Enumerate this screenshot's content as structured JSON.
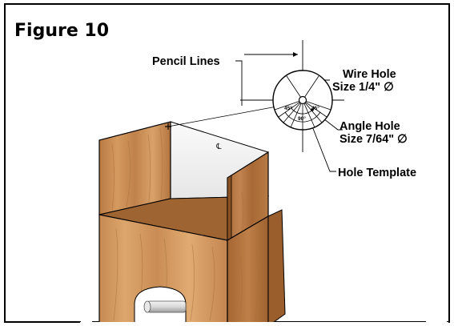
{
  "figure": {
    "title": "Figure 10"
  },
  "callouts": {
    "pencil_lines": "Pencil Lines",
    "wire_hole_line1": "Wire Hole",
    "wire_hole_line2": "Size 1/4\" ∅",
    "angle_hole_line1": "Angle Hole",
    "angle_hole_line2": "Size 7/64\" ∅",
    "hole_template": "Hole Template"
  },
  "template": {
    "angle_left": "45°",
    "angle_center": "90°",
    "angle_right": "45°"
  },
  "centerline_symbol": "℄",
  "colors": {
    "wood_light": "#c98c53",
    "wood_mid": "#b0703a",
    "wood_dark": "#8d5628",
    "wood_floor": "#9b6431",
    "panel": "#f1f1f1",
    "frame": "#000000"
  }
}
